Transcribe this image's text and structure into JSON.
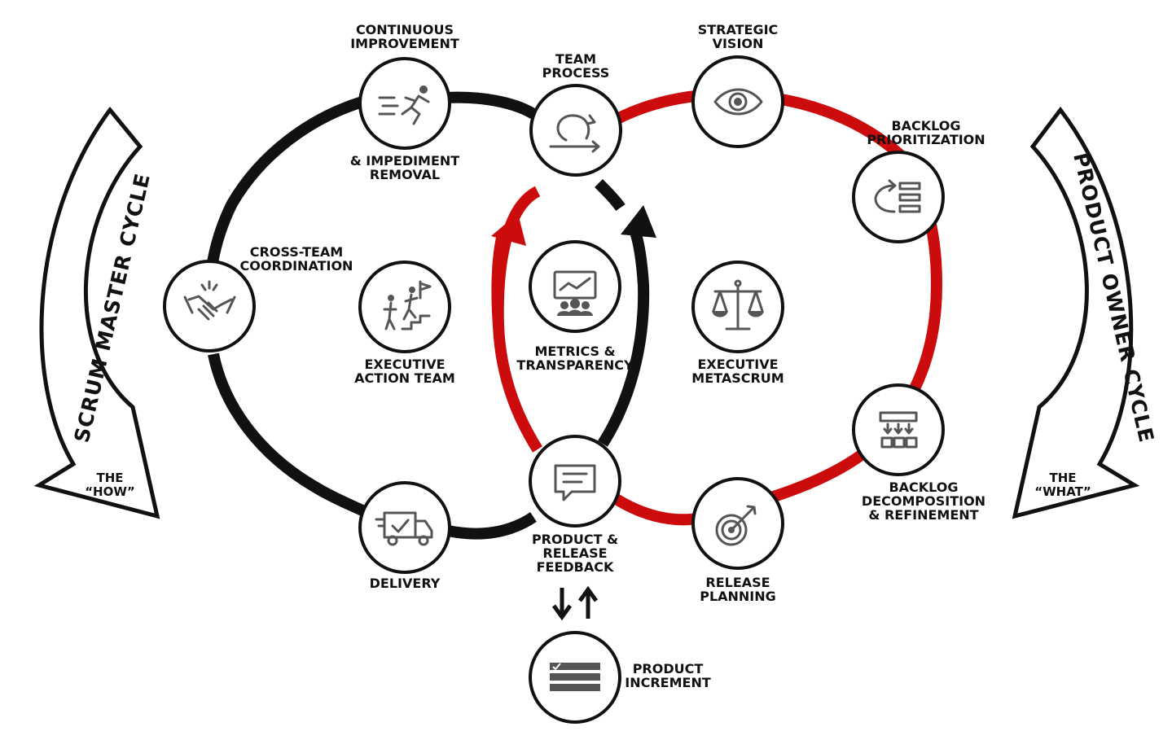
{
  "left_cycle": {
    "title": "SCRUM MASTER CYCLE",
    "tag_line1": "THE",
    "tag_line2": "“HOW”"
  },
  "right_cycle": {
    "title": "PRODUCT OWNER CYCLE",
    "tag_line1": "THE",
    "tag_line2": "“WHAT”"
  },
  "colors": {
    "scrum_master_ring": "#111111",
    "product_owner_ring": "#cc0c0c",
    "node_icon": "#555555"
  },
  "nodes": {
    "continuous_improvement": {
      "line1": "CONTINUOUS",
      "line2": "IMPROVEMENT",
      "line3": "& IMPEDIMENT",
      "line4": "REMOVAL",
      "icon": "running-person-icon"
    },
    "team_process": {
      "line1": "TEAM",
      "line2": "PROCESS",
      "icon": "sprint-cycle-icon"
    },
    "strategic_vision": {
      "line1": "STRATEGIC",
      "line2": "VISION",
      "icon": "eye-icon"
    },
    "backlog_prioritization": {
      "line1": "BACKLOG",
      "line2": "PRIORITIZATION",
      "icon": "prioritized-list-icon"
    },
    "cross_team_coordination": {
      "line1": "CROSS-TEAM",
      "line2": "COORDINATION",
      "icon": "handshake-icon"
    },
    "executive_action_team": {
      "line1": "EXECUTIVE",
      "line2": "ACTION TEAM",
      "icon": "climbing-stairs-icon"
    },
    "metrics_transparency": {
      "line1": "METRICS &",
      "line2": "TRANSPARENCY",
      "icon": "presentation-chart-icon"
    },
    "executive_metascrum": {
      "line1": "EXECUTIVE",
      "line2": "METASCRUM",
      "icon": "balance-scale-icon"
    },
    "backlog_decomposition": {
      "line1": "BACKLOG",
      "line2": "DECOMPOSITION",
      "line3": "& REFINEMENT",
      "icon": "hierarchy-boxes-icon"
    },
    "delivery": {
      "line1": "DELIVERY",
      "icon": "delivery-truck-icon"
    },
    "product_release_feedback": {
      "line1": "PRODUCT &",
      "line2": "RELEASE",
      "line3": "FEEDBACK",
      "icon": "speech-bubble-icon"
    },
    "release_planning": {
      "line1": "RELEASE",
      "line2": "PLANNING",
      "icon": "target-icon"
    },
    "product_increment": {
      "line1": "PRODUCT",
      "line2": "INCREMENT",
      "icon": "stacked-layers-icon"
    }
  }
}
